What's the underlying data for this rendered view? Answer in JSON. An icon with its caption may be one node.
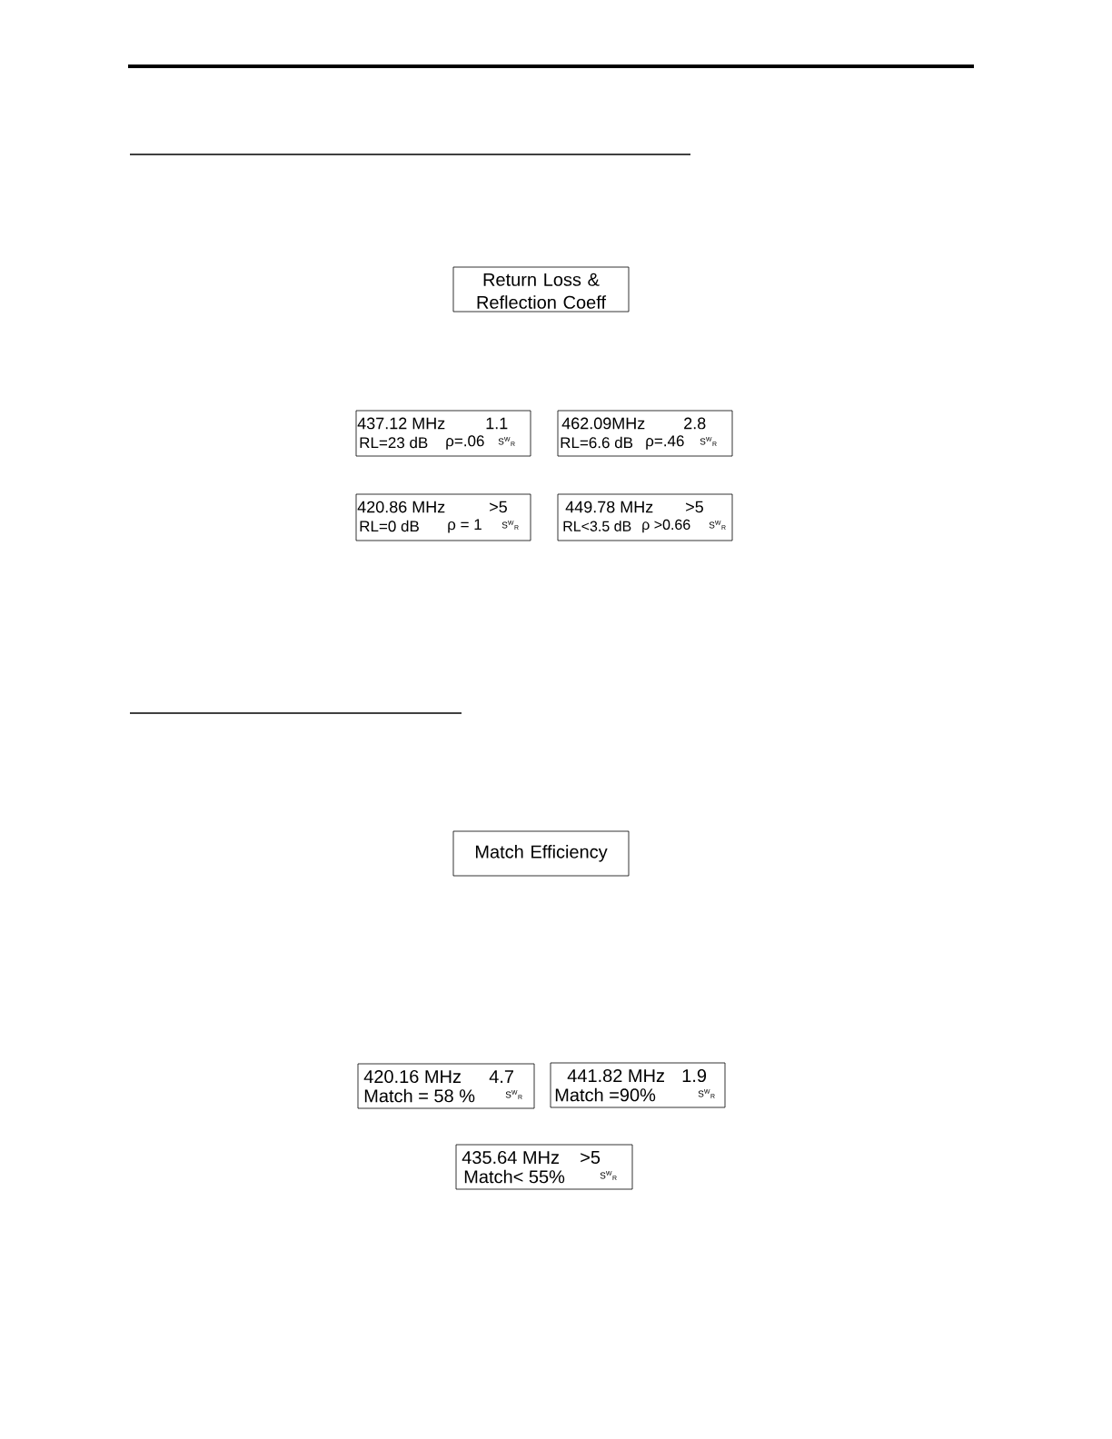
{
  "diagram": {
    "nodes": [
      {
        "text": [
          "Return Loss & Reflection Coeff"
        ]
      },
      {
        "text": [
          "437.12 MHz",
          "1.1",
          "RL=23 dB",
          "ρ=.06",
          "S$^{W}$$_{R}$"
        ]
      },
      {
        "text": [
          "462.09MHz",
          "2.8",
          "RL=6.6 dB",
          "ρ=.46",
          "S$^{W}$$_{R}$"
        ]
      },
      {
        "text": [
          "420.86 MHz",
          ">5",
          "RL=0 dB",
          "ρ = 1",
          "S$^{W}$$_{R}$"
        ]
      },
      {
        "text": [
          "449.78 MHz",
          ">5",
          "RL<3.5 dB",
          "ρ >0.66",
          "S$^{W}$$_{R}$"
        ]
      },
      {
        "text": [
          "Match Efficiency"
        ]
      },
      {
        "text": [
          "420.16 MHz",
          "4.7",
          "Match = 58 %",
          "S$^{W}$$_{R}$"
        ]
      },
      {
        "text": [
          "441.82 MHz",
          "1.9",
          "Match =90%",
          "S$^{W}$$_{R}$"
        ]
      },
      {
        "text": [
          "435.64 MHz",
          ">5",
          "Match< 55%",
          "S$^{W}$$_{R}$"
        ]
      }
    ]
  }
}
